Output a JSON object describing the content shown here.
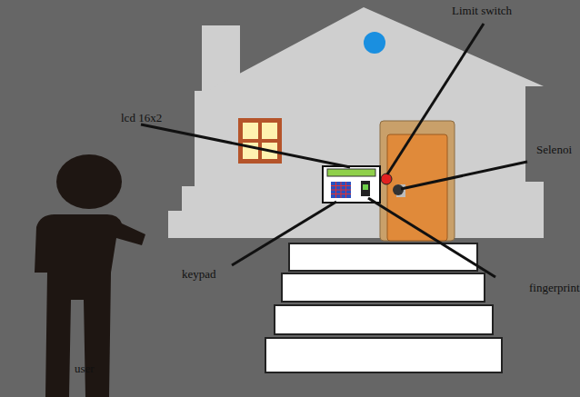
{
  "diagram": {
    "labels": [
      "Limit switch",
      "lcd 16x2",
      "Selenoi",
      "keypad",
      "fingerprint",
      "user"
    ]
  }
}
